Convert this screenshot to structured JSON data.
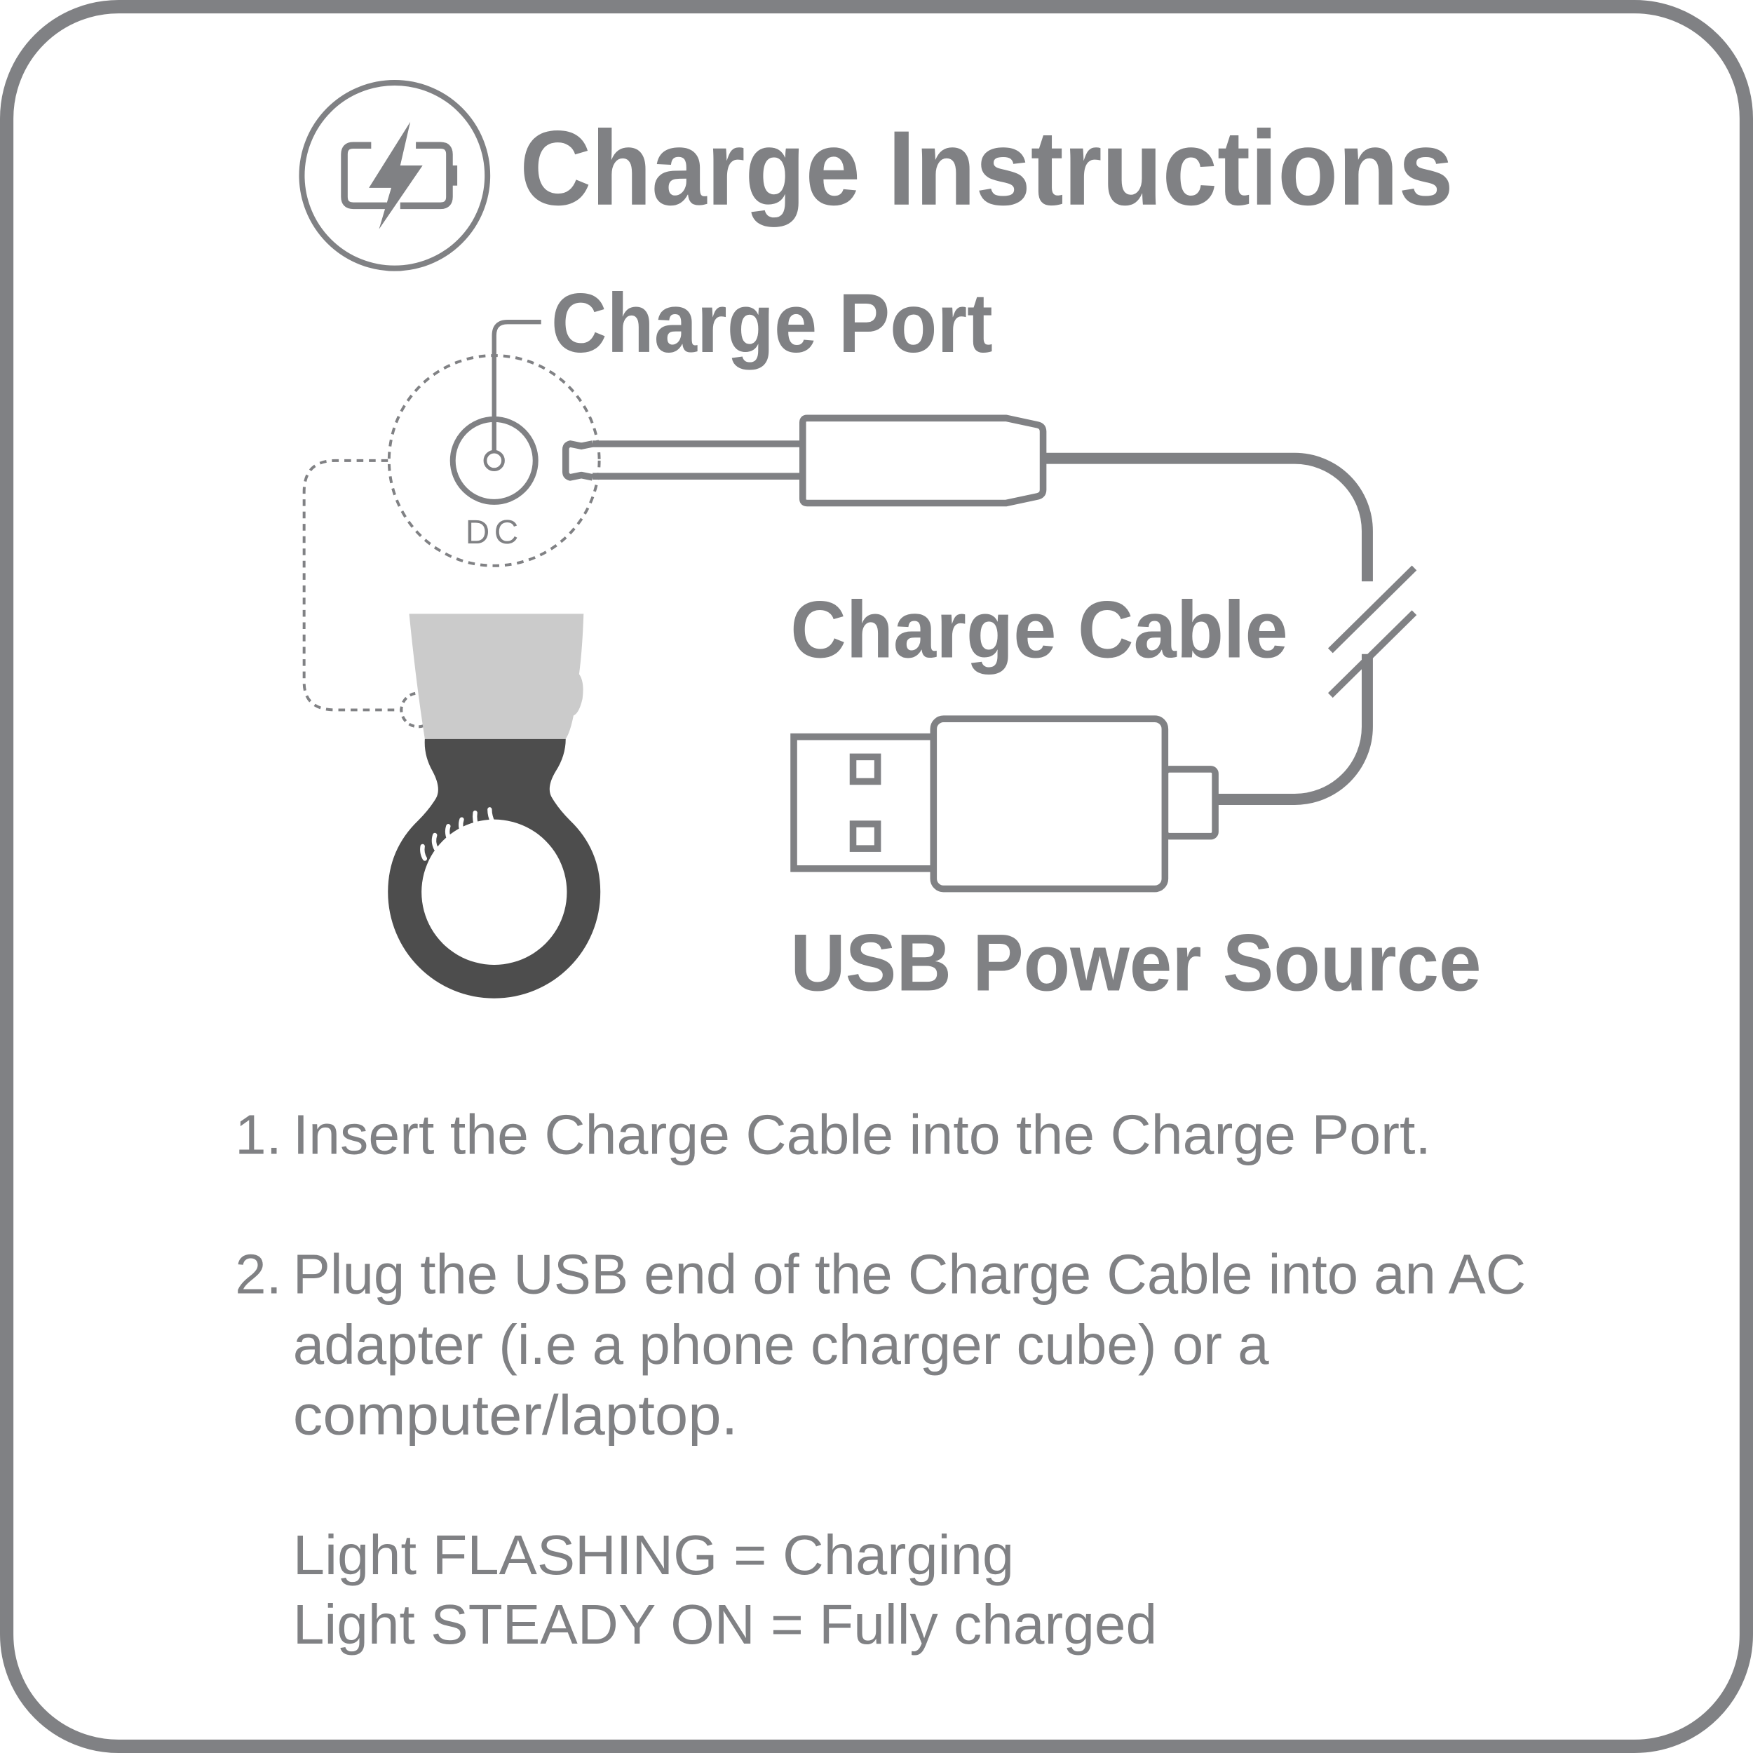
{
  "title": "Charge Instructions",
  "colors": {
    "primary": "#808184",
    "device_dark": "#4d4d4d",
    "device_light": "#cbcbcb",
    "background": "#ffffff"
  },
  "icons": {
    "header": "battery-charging-icon"
  },
  "diagram": {
    "charge_port_label": "Charge Port",
    "port_marking": "DC",
    "charge_cable_label": "Charge Cable",
    "usb_source_label": "USB Power Source"
  },
  "instructions": {
    "step1": {
      "number": "1.",
      "text": "Insert the Charge Cable into the Charge Port."
    },
    "step2": {
      "number": "2.",
      "lines": [
        "Plug the USB end of the Charge Cable into an AC",
        "adapter (i.e a phone charger cube) or a",
        "computer/laptop."
      ]
    },
    "status": [
      "Light FLASHING = Charging",
      "Light STEADY ON = Fully charged"
    ]
  }
}
